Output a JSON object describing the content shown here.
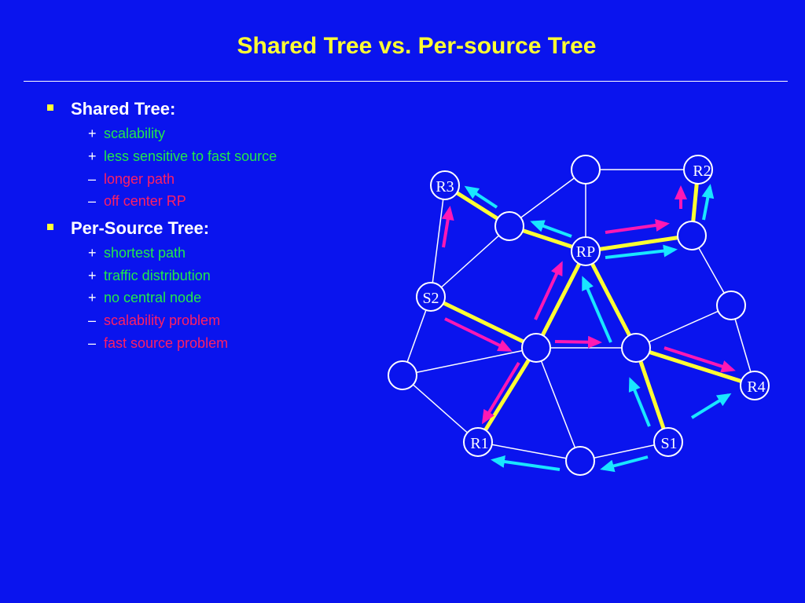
{
  "title": "Shared Tree vs. Per-source Tree",
  "sections": [
    {
      "heading": "Shared Tree:",
      "items": [
        {
          "sign": "+",
          "text": "scalability",
          "kind": "pro"
        },
        {
          "sign": "+",
          "text": "less sensitive to fast source",
          "kind": "pro"
        },
        {
          "sign": "–",
          "text": "longer path",
          "kind": "con"
        },
        {
          "sign": "–",
          "text": "off center RP",
          "kind": "con"
        }
      ]
    },
    {
      "heading": "Per-Source Tree:",
      "items": [
        {
          "sign": "+",
          "text": "shortest path",
          "kind": "pro"
        },
        {
          "sign": "+",
          "text": "traffic distribution",
          "kind": "pro"
        },
        {
          "sign": "+",
          "text": "no central node",
          "kind": "pro"
        },
        {
          "sign": "–",
          "text": "scalability problem",
          "kind": "con"
        },
        {
          "sign": "–",
          "text": "fast source problem",
          "kind": "con"
        }
      ]
    }
  ],
  "diagram": {
    "node_labels": {
      "R3": "R3",
      "R2": "R2",
      "RP": "RP",
      "S2": "S2",
      "R4": "R4",
      "R1": "R1",
      "S1": "S1"
    },
    "colors": {
      "background": "#0a14ee",
      "link": "#ffffff",
      "shared_tree": "#ffff33",
      "source_s1_flow": "#19e6ff",
      "source_s2_flow": "#ff18b4"
    }
  }
}
